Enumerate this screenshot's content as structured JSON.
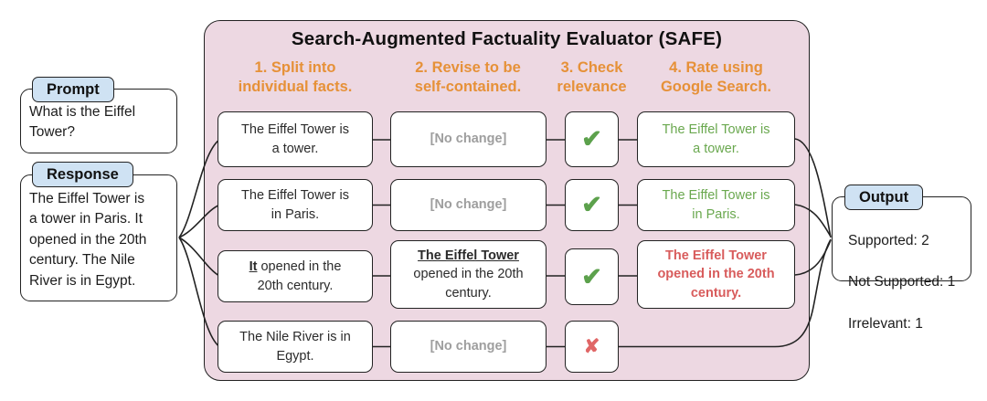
{
  "panel": {
    "title": "Search-Augmented Factuality Evaluator (SAFE)",
    "columns": [
      {
        "label": "1. Split into\nindividual facts."
      },
      {
        "label": "2. Revise to be\nself-contained."
      },
      {
        "label": "3. Check\nrelevance"
      },
      {
        "label": "4. Rate using\nGoogle Search."
      }
    ]
  },
  "prompt": {
    "label": "Prompt",
    "text": "What is the Eiffel\nTower?"
  },
  "response": {
    "label": "Response",
    "text": "The Eiffel Tower is\na tower in Paris. It\nopened in the 20th\ncentury. The Nile\nRiver is in Egypt."
  },
  "output": {
    "label": "Output",
    "lines": [
      "Supported: 2",
      "Not Supported: 1",
      "Irrelevant: 1"
    ]
  },
  "rows": [
    {
      "fact": "The Eiffel Tower is\na tower.",
      "revision": "[No change]",
      "relevance": "check",
      "rating": "The Eiffel Tower is\na tower.",
      "rating_status": "supported"
    },
    {
      "fact": "The Eiffel Tower is\nin Paris.",
      "revision": "[No change]",
      "relevance": "check",
      "rating": "The Eiffel Tower is\nin Paris.",
      "rating_status": "supported"
    },
    {
      "fact_emphasis": "It",
      "fact_rest": " opened in the\n20th century.",
      "revision_emphasis": "The Eiffel Tower",
      "revision_rest": "\nopened in the 20th\ncentury.",
      "relevance": "check",
      "rating": "The Eiffel Tower\nopened in the 20th\ncentury.",
      "rating_status": "not-supported"
    },
    {
      "fact": "The Nile River is in\nEgypt.",
      "revision": "[No change]",
      "relevance": "cross",
      "rating": null,
      "rating_status": "irrelevant"
    }
  ],
  "icons": {
    "check": "✔",
    "cross": "✘"
  },
  "colors": {
    "panel_bg": "#EDD8E2",
    "step_orange": "#E69138",
    "supported_green": "#6AA84F",
    "not_supported_red": "#D85C5C",
    "no_change_gray": "#9E9E9E",
    "tab_blue": "#CFE2F3",
    "line_black": "#222222"
  }
}
